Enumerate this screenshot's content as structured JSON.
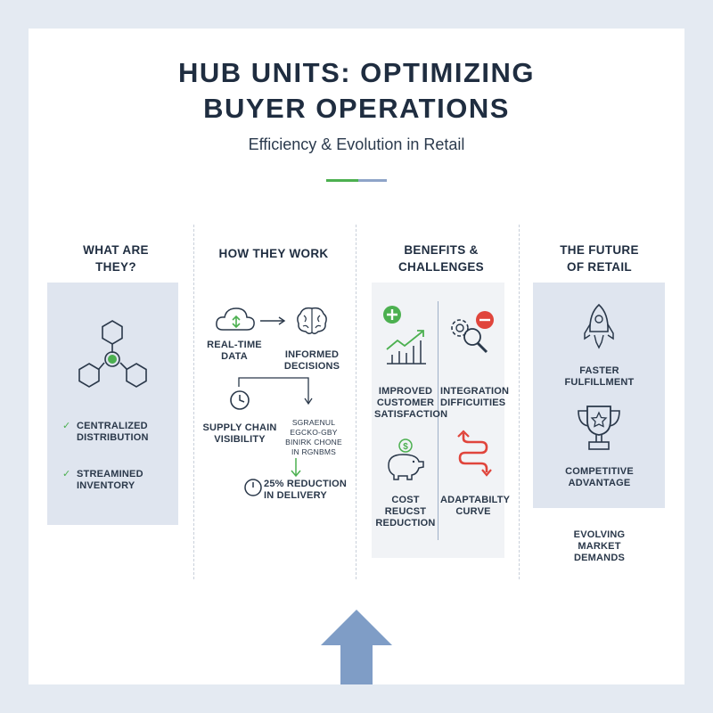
{
  "header": {
    "title_line1": "HUB UNITS: OPTIMIZING",
    "title_line2": "BUYER OPERATIONS",
    "subtitle": "Efficiency & Evolution in Retail"
  },
  "colors": {
    "accent_green": "#4cb050",
    "accent_blue": "#8ea4c8",
    "accent_red": "#e0453c",
    "panel_blue": "#dfe5ef"
  },
  "sections": {
    "what": {
      "heading_l1": "WHAT ARE",
      "heading_l2": "THEY?",
      "icon": "hub-network-icon",
      "items": [
        {
          "l1": "CENTRALIZED",
          "l2": "DISTRIBUTION"
        },
        {
          "l1": "STREAMINED",
          "l2": "INVENTORY"
        }
      ]
    },
    "how": {
      "heading": "HOW THEY WORK",
      "realtime_l1": "REAL-TIME",
      "realtime_l2": "DATA",
      "informed_l1": "INFORMED",
      "informed_l2": "DECISIONS",
      "supply_l1": "SUPPLY CHAIN",
      "supply_l2": "VISIBILITY",
      "garbled_l1": "SGRAENUL",
      "garbled_l2": "EGCKO-GBY",
      "garbled_l3": "BINIRK CHONE",
      "garbled_l4": "IN RGNBMS",
      "reduction_l1": "25% REDUCTION",
      "reduction_l2": "IN DELIVERY"
    },
    "benefits": {
      "heading_l1": "BENEFITS &",
      "heading_l2": "CHALLENGES",
      "improved_l1": "IMPROVED",
      "improved_l2": "CUSTOMER",
      "improved_l3": "SATISFACTION",
      "integration_l1": "INTEGRATION",
      "integration_l2": "DIFFICUITIES",
      "cost_l1": "COST REUCST",
      "cost_l2": "REDUCTION",
      "adapt_l1": "ADAPTABILTY",
      "adapt_l2": "CURVE"
    },
    "future": {
      "heading_l1": "THE FUTURE",
      "heading_l2": "OF RETAIL",
      "faster_l1": "FASTER",
      "faster_l2": "FULFILLMENT",
      "competitive_l1": "COMPETITIVE",
      "competitive_l2": "ADVANTAGE",
      "evolving_l1": "EVOLVING",
      "evolving_l2": "MARKET",
      "evolving_l3": "DEMANDS"
    }
  }
}
